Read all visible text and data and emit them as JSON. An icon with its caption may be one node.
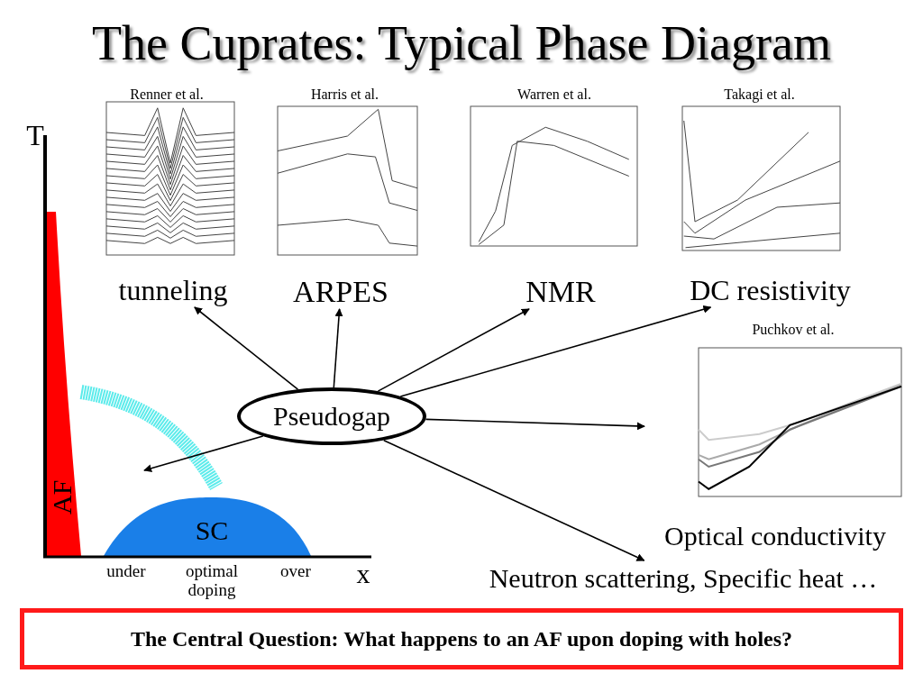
{
  "diagram": {
    "title": "The Cuprates: Typical Phase Diagram",
    "nodes": [
      {
        "text": [
          "Pseudogap"
        ]
      },
      {
        "text": [
          "tunneling"
        ]
      },
      {
        "text": [
          "ARPES"
        ]
      },
      {
        "text": [
          "NMR"
        ]
      },
      {
        "text": [
          "DC resistivity"
        ]
      },
      {
        "text": [],
        "shape": "picture",
        "beside": [
          "Optical conductivity"
        ]
      },
      {
        "text": [
          "Neutron scattering, Specific heat …"
        ]
      }
    ],
    "edges": [
      {
        "from": 0,
        "to": 1,
        "arrow": "to"
      },
      {
        "from": 0,
        "to": 2,
        "arrow": "to"
      },
      {
        "from": 0,
        "to": 3,
        "arrow": "to"
      },
      {
        "from": 0,
        "to": 4,
        "arrow": "to"
      },
      {
        "from": 0,
        "to": 5,
        "arrow": "to"
      },
      {
        "from": 0,
        "to": 6,
        "arrow": "to"
      },
      {
        "from": 0,
        "to": null,
        "arrow": "to"
      }
    ],
    "labels": [
      "Renner et al.",
      "Harris et al.",
      "Warren et al.",
      "Takagi et al.",
      "T",
      "Puchkov et al.",
      "AF",
      "SC",
      "under",
      "optimal doping",
      "over",
      "x",
      "The Central Question: What happens to an AF upon doping with holes?"
    ]
  }
}
